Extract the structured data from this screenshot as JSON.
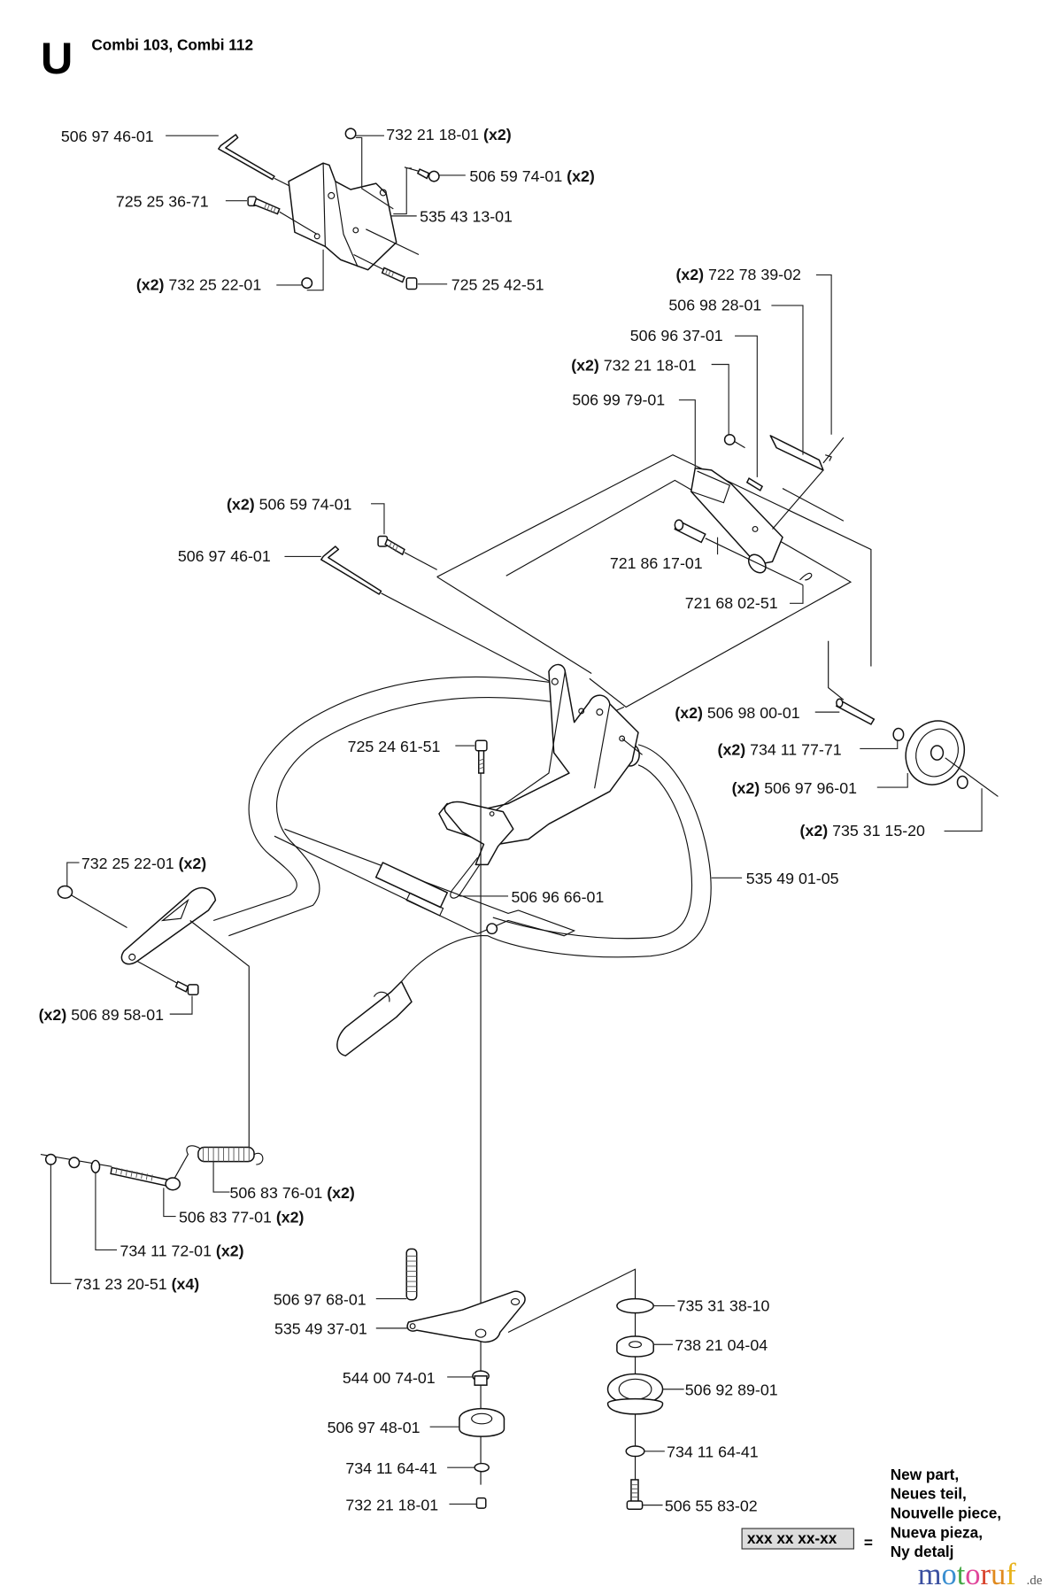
{
  "header": {
    "section_letter": "U",
    "title": "Combi 103, Combi 112"
  },
  "labels": {
    "top_rod": "506 97 46-01",
    "top_nut": "732 21 18-01",
    "top_nut_qty": "(x2)",
    "top_screw": "506 59 74-01",
    "top_screw_qty": "(x2)",
    "top_bolt_left": "725 25 36-71",
    "top_bracket": "535 43 13-01",
    "top_nut_bottom_qty": "(x2)",
    "top_nut_bottom": "732 25 22-01",
    "top_bolt_right": "725 25 42-51",
    "clip_qty": "(x2)",
    "clip": "722 78 39-02",
    "cover": "506 98 28-01",
    "spring_clip": "506 96 37-01",
    "holder_nut_qty": "(x2)",
    "holder_nut": "732 21 18-01",
    "holder": "506 99 79-01",
    "mid_screw_qty": "(x2)",
    "mid_screw": "506 59 74-01",
    "mid_rod": "506 97 46-01",
    "pin": "721 86 17-01",
    "cotter": "721 68 02-51",
    "axle_qty": "(x2)",
    "axle": "506 98 00-01",
    "washer_qty": "(x2)",
    "washer": "734 11 77-71",
    "wheel_qty": "(x2)",
    "wheel": "506 97 96-01",
    "retainer_qty": "(x2)",
    "retainer": "735 31 15-20",
    "center_bolt": "725 24 61-51",
    "handle": "535 49 01-05",
    "lock_clip": "506 96 66-01",
    "left_nut": "732 25 22-01",
    "left_nut_qty": "(x2)",
    "left_bolt_qty": "(x2)",
    "left_bolt": "506 89 58-01",
    "spring": "506 83 76-01",
    "spring_qty": "(x2)",
    "eyebolt": "506 83 77-01",
    "eyebolt_qty": "(x2)",
    "spring_washer": "734 11 72-01",
    "spring_washer_qty": "(x2)",
    "spring_nut": "731 23 20-51",
    "spring_nut_qty": "(x4)",
    "tension_spring": "506 97 68-01",
    "tension_arm": "535 49 37-01",
    "bushing": "544 00 74-01",
    "pulley": "506 97 48-01",
    "pulley_washer": "734 11 64-41",
    "pulley_nut": "732 21 18-01",
    "circlip": "735 31 38-10",
    "bearing": "738 21 04-04",
    "idler": "506 92 89-01",
    "idler_washer": "734 11 64-41",
    "idler_screw": "506 55 83-02"
  },
  "legend": {
    "box_text": "xxx xx xx-xx",
    "equals": "=",
    "lines": [
      "New part,",
      "Neues teil,",
      "Nouvelle piece,",
      "Nueva pieza,",
      "Ny detalj"
    ]
  },
  "watermark": {
    "letters": [
      "m",
      "o",
      "t",
      "o",
      "r",
      "u",
      "f"
    ],
    "colors": [
      "#3a4fa0",
      "#3a8fd0",
      "#45a845",
      "#e0469a",
      "#d9442e",
      "#e08a1e",
      "#e8b21a"
    ],
    "suffix": ".de"
  }
}
